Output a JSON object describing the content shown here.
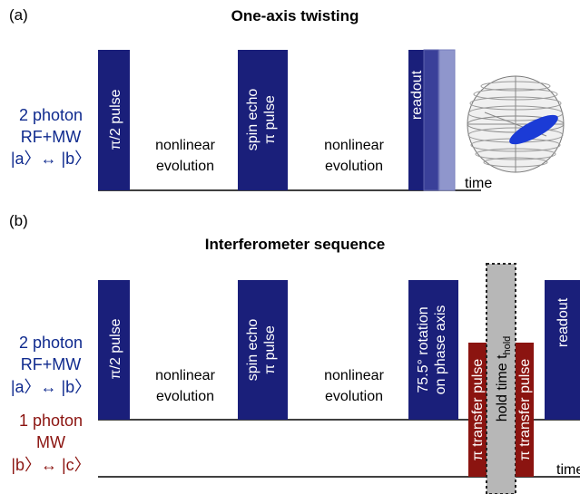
{
  "colors": {
    "navy": "#1a1f7a",
    "navy_light": "#3a4099",
    "lavender": "#8f96cc",
    "maroon": "#8b1410",
    "gray_block": "#b7b7b7",
    "blue_label": "#0f2a8e",
    "red_label": "#8b1410",
    "sphere_ellipse": "#1b3bd6"
  },
  "panel_a": {
    "label": "(a)",
    "title": "One-axis twisting",
    "side_label": {
      "line1": "2 photon",
      "line2": "RF+MW",
      "line3": "|a〉↔ |b〉"
    },
    "pulses": {
      "pulse1": "π/2 pulse",
      "pulse2_line1": "spin echo",
      "pulse2_line2": "π pulse",
      "readout": "readout"
    },
    "evolution_1_line1": "nonlinear",
    "evolution_1_line2": "evolution",
    "evolution_2_line1": "nonlinear",
    "evolution_2_line2": "evolution",
    "time_label": "time"
  },
  "panel_b": {
    "label": "(b)",
    "title": "Interferometer sequence",
    "side_label_blue": {
      "line1": "2 photon",
      "line2": "RF+MW",
      "line3": "|a〉↔ |b〉"
    },
    "side_label_red": {
      "line1": "1 photon",
      "line2": "MW",
      "line3": "|b〉↔ |c〉"
    },
    "pulses": {
      "pulse1": "π/2 pulse",
      "pulse2_line1": "spin echo",
      "pulse2_line2": "π pulse",
      "rotation_line1": "75.5° rotation",
      "rotation_line2": "on phase axis",
      "transfer_1": "π transfer pulse",
      "transfer_2": "π transfer pulse",
      "hold_time": "hold time t",
      "hold_time_sub": "hold",
      "readout": "readout"
    },
    "evolution_1_line1": "nonlinear",
    "evolution_1_line2": "evolution",
    "evolution_2_line1": "nonlinear",
    "evolution_2_line2": "evolution",
    "time_label": "time"
  }
}
